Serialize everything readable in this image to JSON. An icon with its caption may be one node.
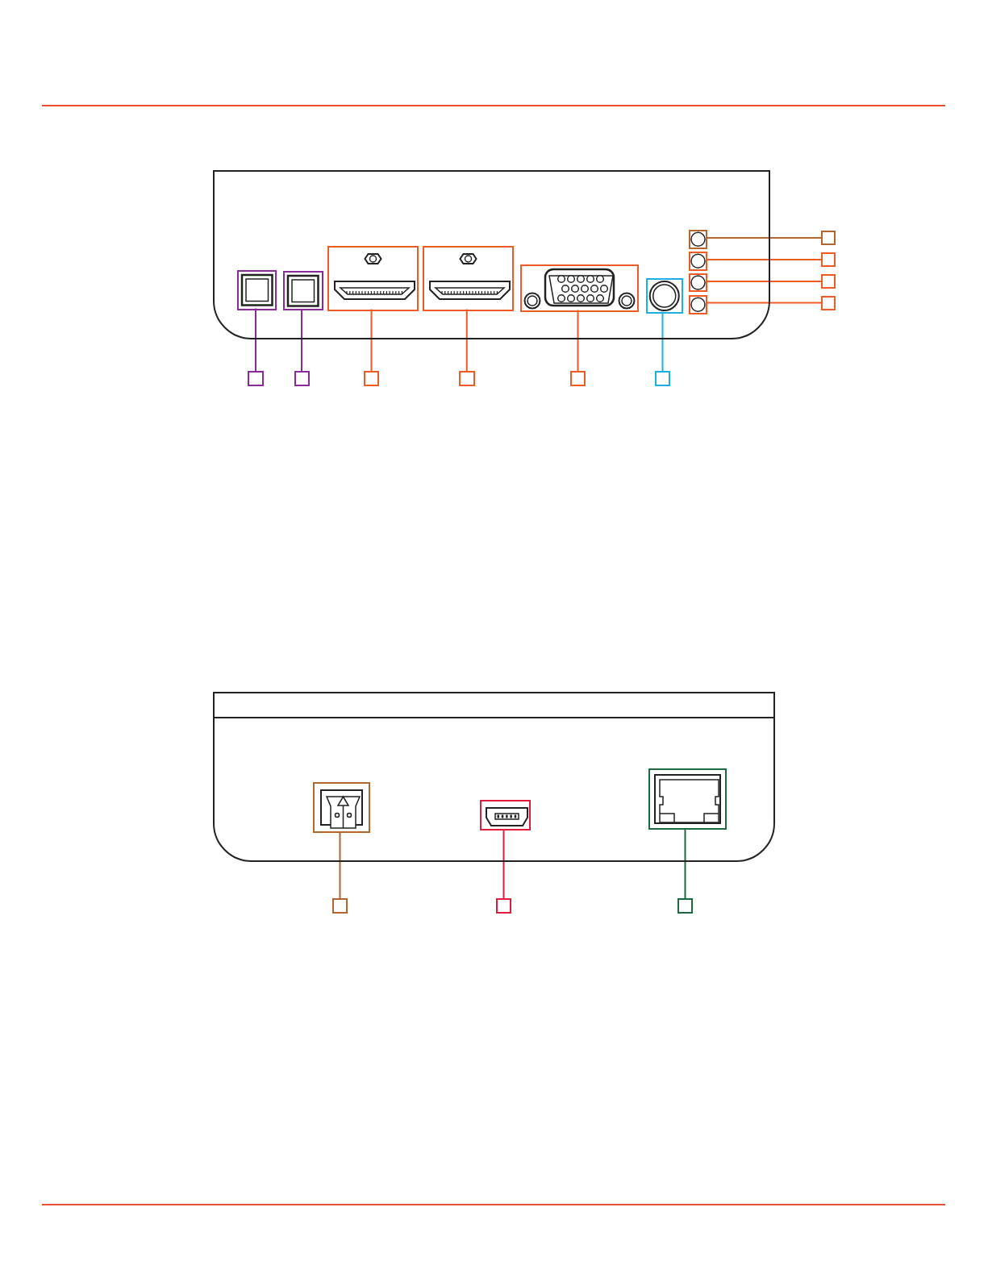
{
  "diagram": {
    "nodes": [
      {
        "text": [],
        "shape": "box"
      },
      {
        "text": [],
        "shape": "box",
        "in": 0
      },
      {
        "text": [],
        "shape": "box",
        "in": 0
      },
      {
        "text": [],
        "shape": "box",
        "in": 0
      },
      {
        "text": [],
        "shape": "box",
        "in": 0
      },
      {
        "text": [],
        "shape": "box",
        "in": 0
      },
      {
        "text": [],
        "shape": "box",
        "in": 0
      },
      {
        "text": [],
        "shape": "box",
        "in": 0
      },
      {
        "text": [],
        "shape": "box",
        "in": 0
      },
      {
        "text": [],
        "shape": "box",
        "in": 0
      },
      {
        "text": [],
        "shape": "box",
        "in": 0
      },
      {
        "text": [],
        "shape": "box"
      },
      {
        "text": [],
        "shape": "box"
      },
      {
        "text": [],
        "shape": "box"
      },
      {
        "text": [],
        "shape": "box"
      },
      {
        "text": [],
        "shape": "box"
      },
      {
        "text": [],
        "shape": "box"
      },
      {
        "text": [],
        "shape": "box"
      },
      {
        "text": [],
        "shape": "box"
      },
      {
        "text": [],
        "shape": "box"
      },
      {
        "text": [],
        "shape": "box"
      },
      {
        "text": [],
        "shape": "box"
      },
      {
        "text": [],
        "shape": "box",
        "in": 21
      },
      {
        "text": [],
        "shape": "box",
        "in": 21
      },
      {
        "text": [],
        "shape": "box",
        "in": 21
      },
      {
        "text": [],
        "shape": "box"
      },
      {
        "text": [],
        "shape": "box"
      },
      {
        "text": [],
        "shape": "box"
      }
    ],
    "edges": [
      {
        "from": 1,
        "to": 11,
        "arrow": "none",
        "color": "#b5652e"
      },
      {
        "from": 2,
        "to": 12,
        "arrow": "none"
      },
      {
        "from": 3,
        "to": 13,
        "arrow": "none"
      },
      {
        "from": 4,
        "to": 14,
        "arrow": "none"
      },
      {
        "from": 5,
        "to": 15,
        "arrow": "none",
        "color": "#8b2a9b"
      },
      {
        "from": 6,
        "to": 16,
        "arrow": "none",
        "color": "#8b2a9b"
      },
      {
        "from": 7,
        "to": 17,
        "arrow": "none"
      },
      {
        "from": 8,
        "to": 18,
        "arrow": "none"
      },
      {
        "from": 9,
        "to": 19,
        "arrow": "none"
      },
      {
        "from": 10,
        "to": 20,
        "arrow": "none",
        "color": "#1ab2e5"
      },
      {
        "from": 22,
        "to": 25,
        "arrow": "none",
        "color": "#b5652e"
      },
      {
        "from": 23,
        "to": 26,
        "arrow": "none",
        "color": "#e31b3d"
      },
      {
        "from": 24,
        "to": 27,
        "arrow": "none",
        "color": "#1c6b3e"
      }
    ]
  }
}
